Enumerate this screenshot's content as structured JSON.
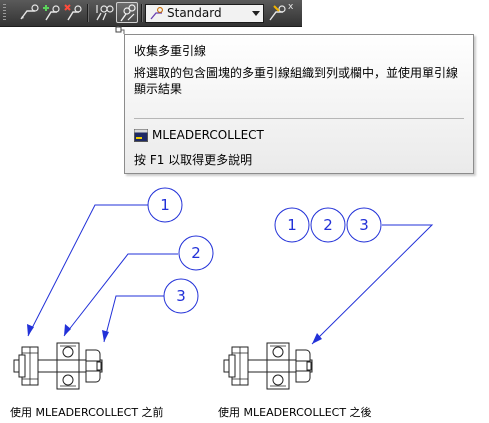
{
  "toolbar": {
    "buttons": [
      {
        "name": "add-leader-icon"
      },
      {
        "name": "add-leader-plus-icon"
      },
      {
        "name": "remove-leader-icon"
      },
      {
        "name": "align-mleader-icon"
      },
      {
        "name": "collect-mleader-icon"
      }
    ],
    "style_value": "Standard",
    "style_icon": "mleader-style-icon",
    "close_label": "x"
  },
  "tooltip": {
    "title": "收集多重引線",
    "description": "將選取的包含圖塊的多重引線組織到列或欄中，並使用單引線顯示結果",
    "command": "MLEADERCOLLECT",
    "help": "按 F1 以取得更多說明"
  },
  "illustration": {
    "before": {
      "caption": "使用 MLEADERCOLLECT 之前",
      "balloons": [
        "1",
        "2",
        "3"
      ]
    },
    "after": {
      "caption": "使用 MLEADERCOLLECT 之後",
      "balloons": [
        "1",
        "2",
        "3"
      ]
    }
  },
  "colors": {
    "leader": "#2231d8",
    "toolbar_bg": "#444444"
  }
}
